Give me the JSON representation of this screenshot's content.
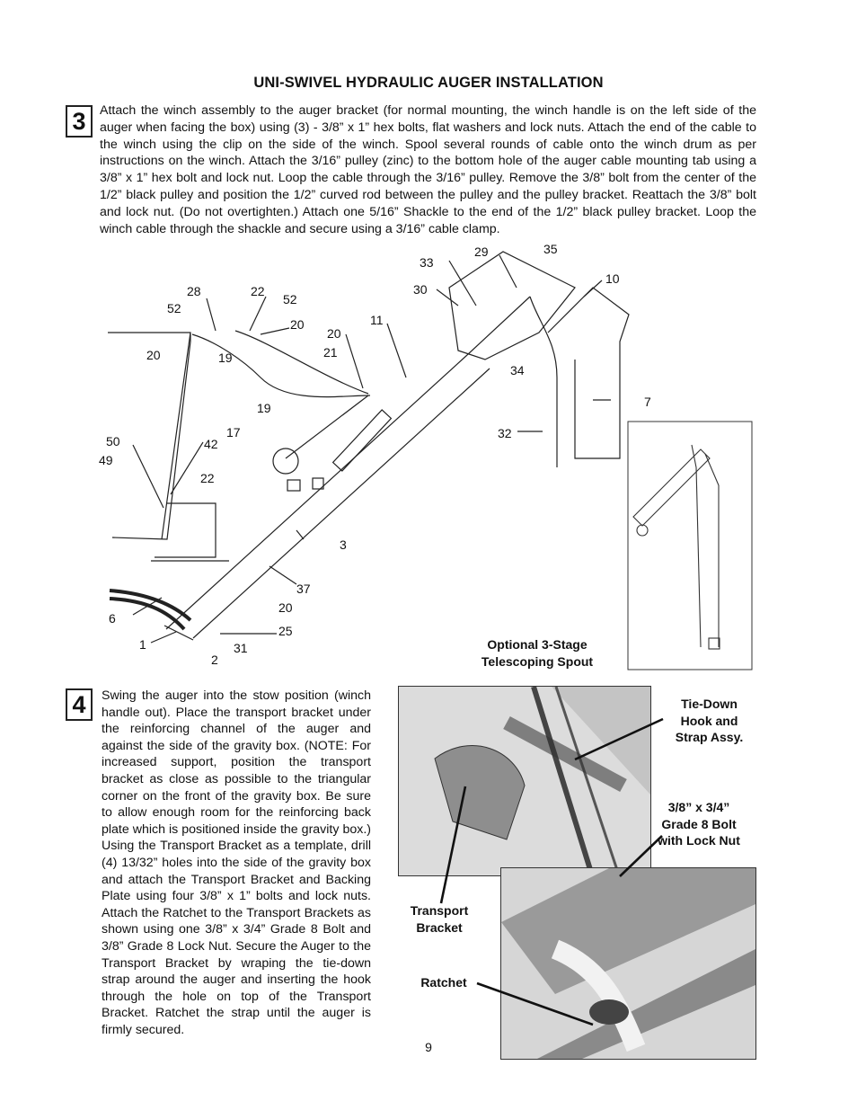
{
  "page": {
    "title": "UNI-SWIVEL HYDRAULIC AUGER INSTALLATION",
    "page_number": "9"
  },
  "step3": {
    "number": "3",
    "text": "Attach the winch assembly to the auger bracket (for normal mounting, the winch handle is on the left side of the auger when facing the box) using (3) - 3/8” x 1” hex bolts, flat washers and lock nuts.  Attach the end of the cable to the winch using the clip on the side of the winch.  Spool several rounds of cable onto the winch drum as per instructions on the winch.  Attach the 3/16” pulley (zinc) to the bottom hole of the auger cable mounting tab using a 3/8” x 1” hex bolt and lock nut.  Loop the cable through the 3/16” pulley.  Remove the 3/8” bolt from the center of the 1/2” black pulley and position the 1/2” curved rod between the pulley and the pulley bracket.  Reattach the 3/8” bolt and lock nut.  (Do not overtighten.)  Attach one 5/16” Shackle to the end of the 1/2” black pulley bracket.  Loop the winch cable through the shackle and secure using a 3/16” cable clamp."
  },
  "diagram": {
    "callouts": {
      "c28": "28",
      "c22a": "22",
      "c52a": "52",
      "c52b": "52",
      "c20a": "20",
      "c20b": "20",
      "c21": "21",
      "c11": "11",
      "c30": "30",
      "c33": "33",
      "c29": "29",
      "c35": "35",
      "c10": "10",
      "c20c": "20",
      "c19a": "19",
      "c19b": "19",
      "c34": "34",
      "c7": "7",
      "c32": "32",
      "c17": "17",
      "c50": "50",
      "c49": "49",
      "c42": "42",
      "c22b": "22",
      "c3": "3",
      "c37": "37",
      "c6": "6",
      "c20d": "20",
      "c25": "25",
      "c1": "1",
      "c31": "31",
      "c2": "2"
    },
    "inset_caption": "Optional 3-Stage Telescoping Spout"
  },
  "step4": {
    "number": "4",
    "text": "Swing the auger into the stow position (winch handle out).  Place the transport bracket under the reinforcing channel of the auger and against the side of the gravity box.  (NOTE:  For increased support, position the transport bracket as close as possible to the triangular corner on the front of the gravity box.  Be sure to allow enough room for the reinforcing back plate which is positioned inside the gravity box.)  Using the Transport Bracket as a template, drill (4) 13/32” holes into the side of the gravity box and attach the Transport Bracket and Backing Plate using four 3/8” x 1” bolts and lock nuts.  Attach the Ratchet to the Transport Brackets as shown using one 3/8” x 3/4” Grade 8 Bolt and 3/8” Grade 8 Lock Nut.  Secure the Auger to the Transport Bracket by wraping the tie-down strap around the auger and inserting the hook through the hole on top of the Transport Bracket.  Ratchet the strap until the auger is firmly secured."
  },
  "photo_labels": {
    "tie_down": "Tie-Down Hook and Strap Assy.",
    "bolt": "3/8” x 3/4” Grade 8 Bolt with Lock Nut",
    "transport_bracket": "Transport Bracket",
    "ratchet": "Ratchet"
  }
}
